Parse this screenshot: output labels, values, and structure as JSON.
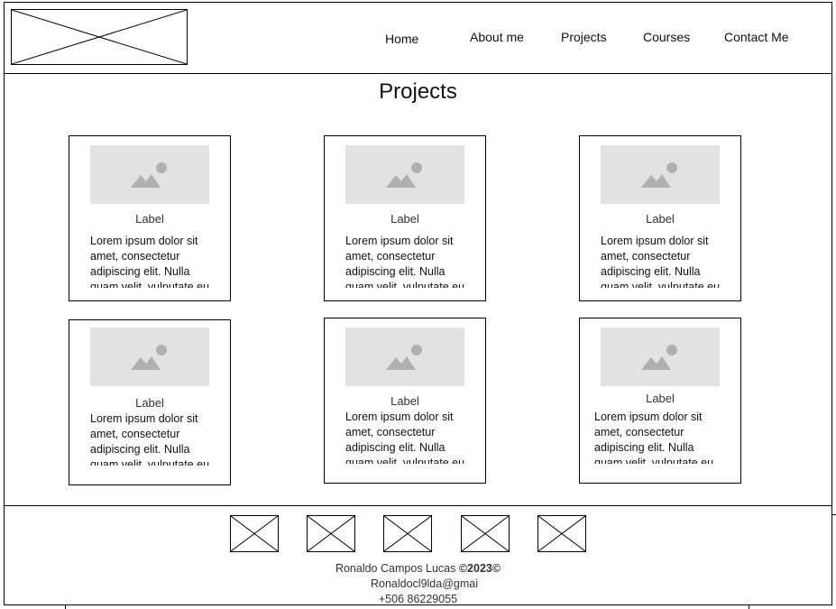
{
  "nav": {
    "home": "Home",
    "about": "About me",
    "projects": "Projects",
    "courses": "Courses",
    "contact": "Contact Me"
  },
  "main": {
    "title": "Projects",
    "cards": [
      {
        "label": "Label",
        "text": "Lorem ipsum dolor sit amet, consectetur adipiscing elit. Nulla quam velit, vulputate eu"
      },
      {
        "label": "Label",
        "text": "Lorem ipsum dolor sit amet, consectetur adipiscing elit. Nulla quam velit, vulputate eu"
      },
      {
        "label": "Label",
        "text": "Lorem ipsum dolor sit amet, consectetur adipiscing elit. Nulla quam velit, vulputate eu"
      },
      {
        "label": "Label",
        "text": "Lorem ipsum dolor sit amet, consectetur adipiscing elit. Nulla quam velit, vulputate eu"
      },
      {
        "label": "Label",
        "text": "Lorem ipsum dolor sit amet, consectetur adipiscing elit. Nulla quam velit, vulputate eu"
      },
      {
        "label": "Label",
        "text": "Lorem ipsum dolor sit amet, consectetur adipiscing elit. Nulla quam velit, vulputate eu"
      }
    ]
  },
  "footer": {
    "author": "Ronaldo Campos Lucas ",
    "year": "©2023©",
    "email": "Ronaldocl9lda@gmai",
    "phone": "+506 86229055"
  },
  "icons": {
    "logo": "image-placeholder-icon",
    "card_image": "image-icon",
    "social": "image-placeholder-icon"
  },
  "colors": {
    "placeholder_bg": "#e2e2e2",
    "placeholder_icon": "#b0b0b0",
    "border": "#000000"
  }
}
